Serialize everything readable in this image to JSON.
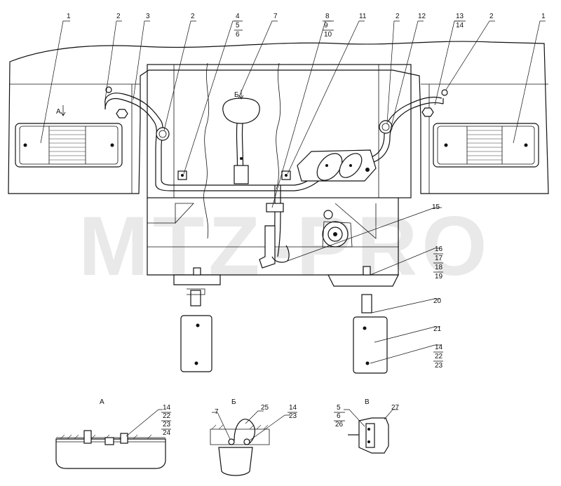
{
  "watermark": "MTZ-PRO",
  "callouts": {
    "c1_left": "1",
    "c2_a": "2",
    "c3": "3",
    "c2_b": "2",
    "c4": "4",
    "c5": "5",
    "c6": "6",
    "c7": "7",
    "c8": "8",
    "c9": "9",
    "c10": "10",
    "c11": "11",
    "c2_c": "2",
    "c12": "12",
    "c13": "13",
    "c14": "14",
    "c2_d": "2",
    "c1_right": "1",
    "c15": "15",
    "c16": "16",
    "c17": "17",
    "c18": "18",
    "c19": "19",
    "c20": "20",
    "c21": "21",
    "c14_b": "14",
    "c22": "22",
    "c23": "23"
  },
  "view_marks": {
    "a": "А",
    "b": "Б"
  },
  "detail_a": {
    "title": "А",
    "c14": "14",
    "c22": "22",
    "c23": "23",
    "c24": "24"
  },
  "detail_b": {
    "title": "Б",
    "c7": "7",
    "c25": "25",
    "c14": "14",
    "c23": "23"
  },
  "detail_v": {
    "title": "В",
    "c5": "5",
    "c6": "6",
    "c26": "26",
    "c27": "27"
  }
}
